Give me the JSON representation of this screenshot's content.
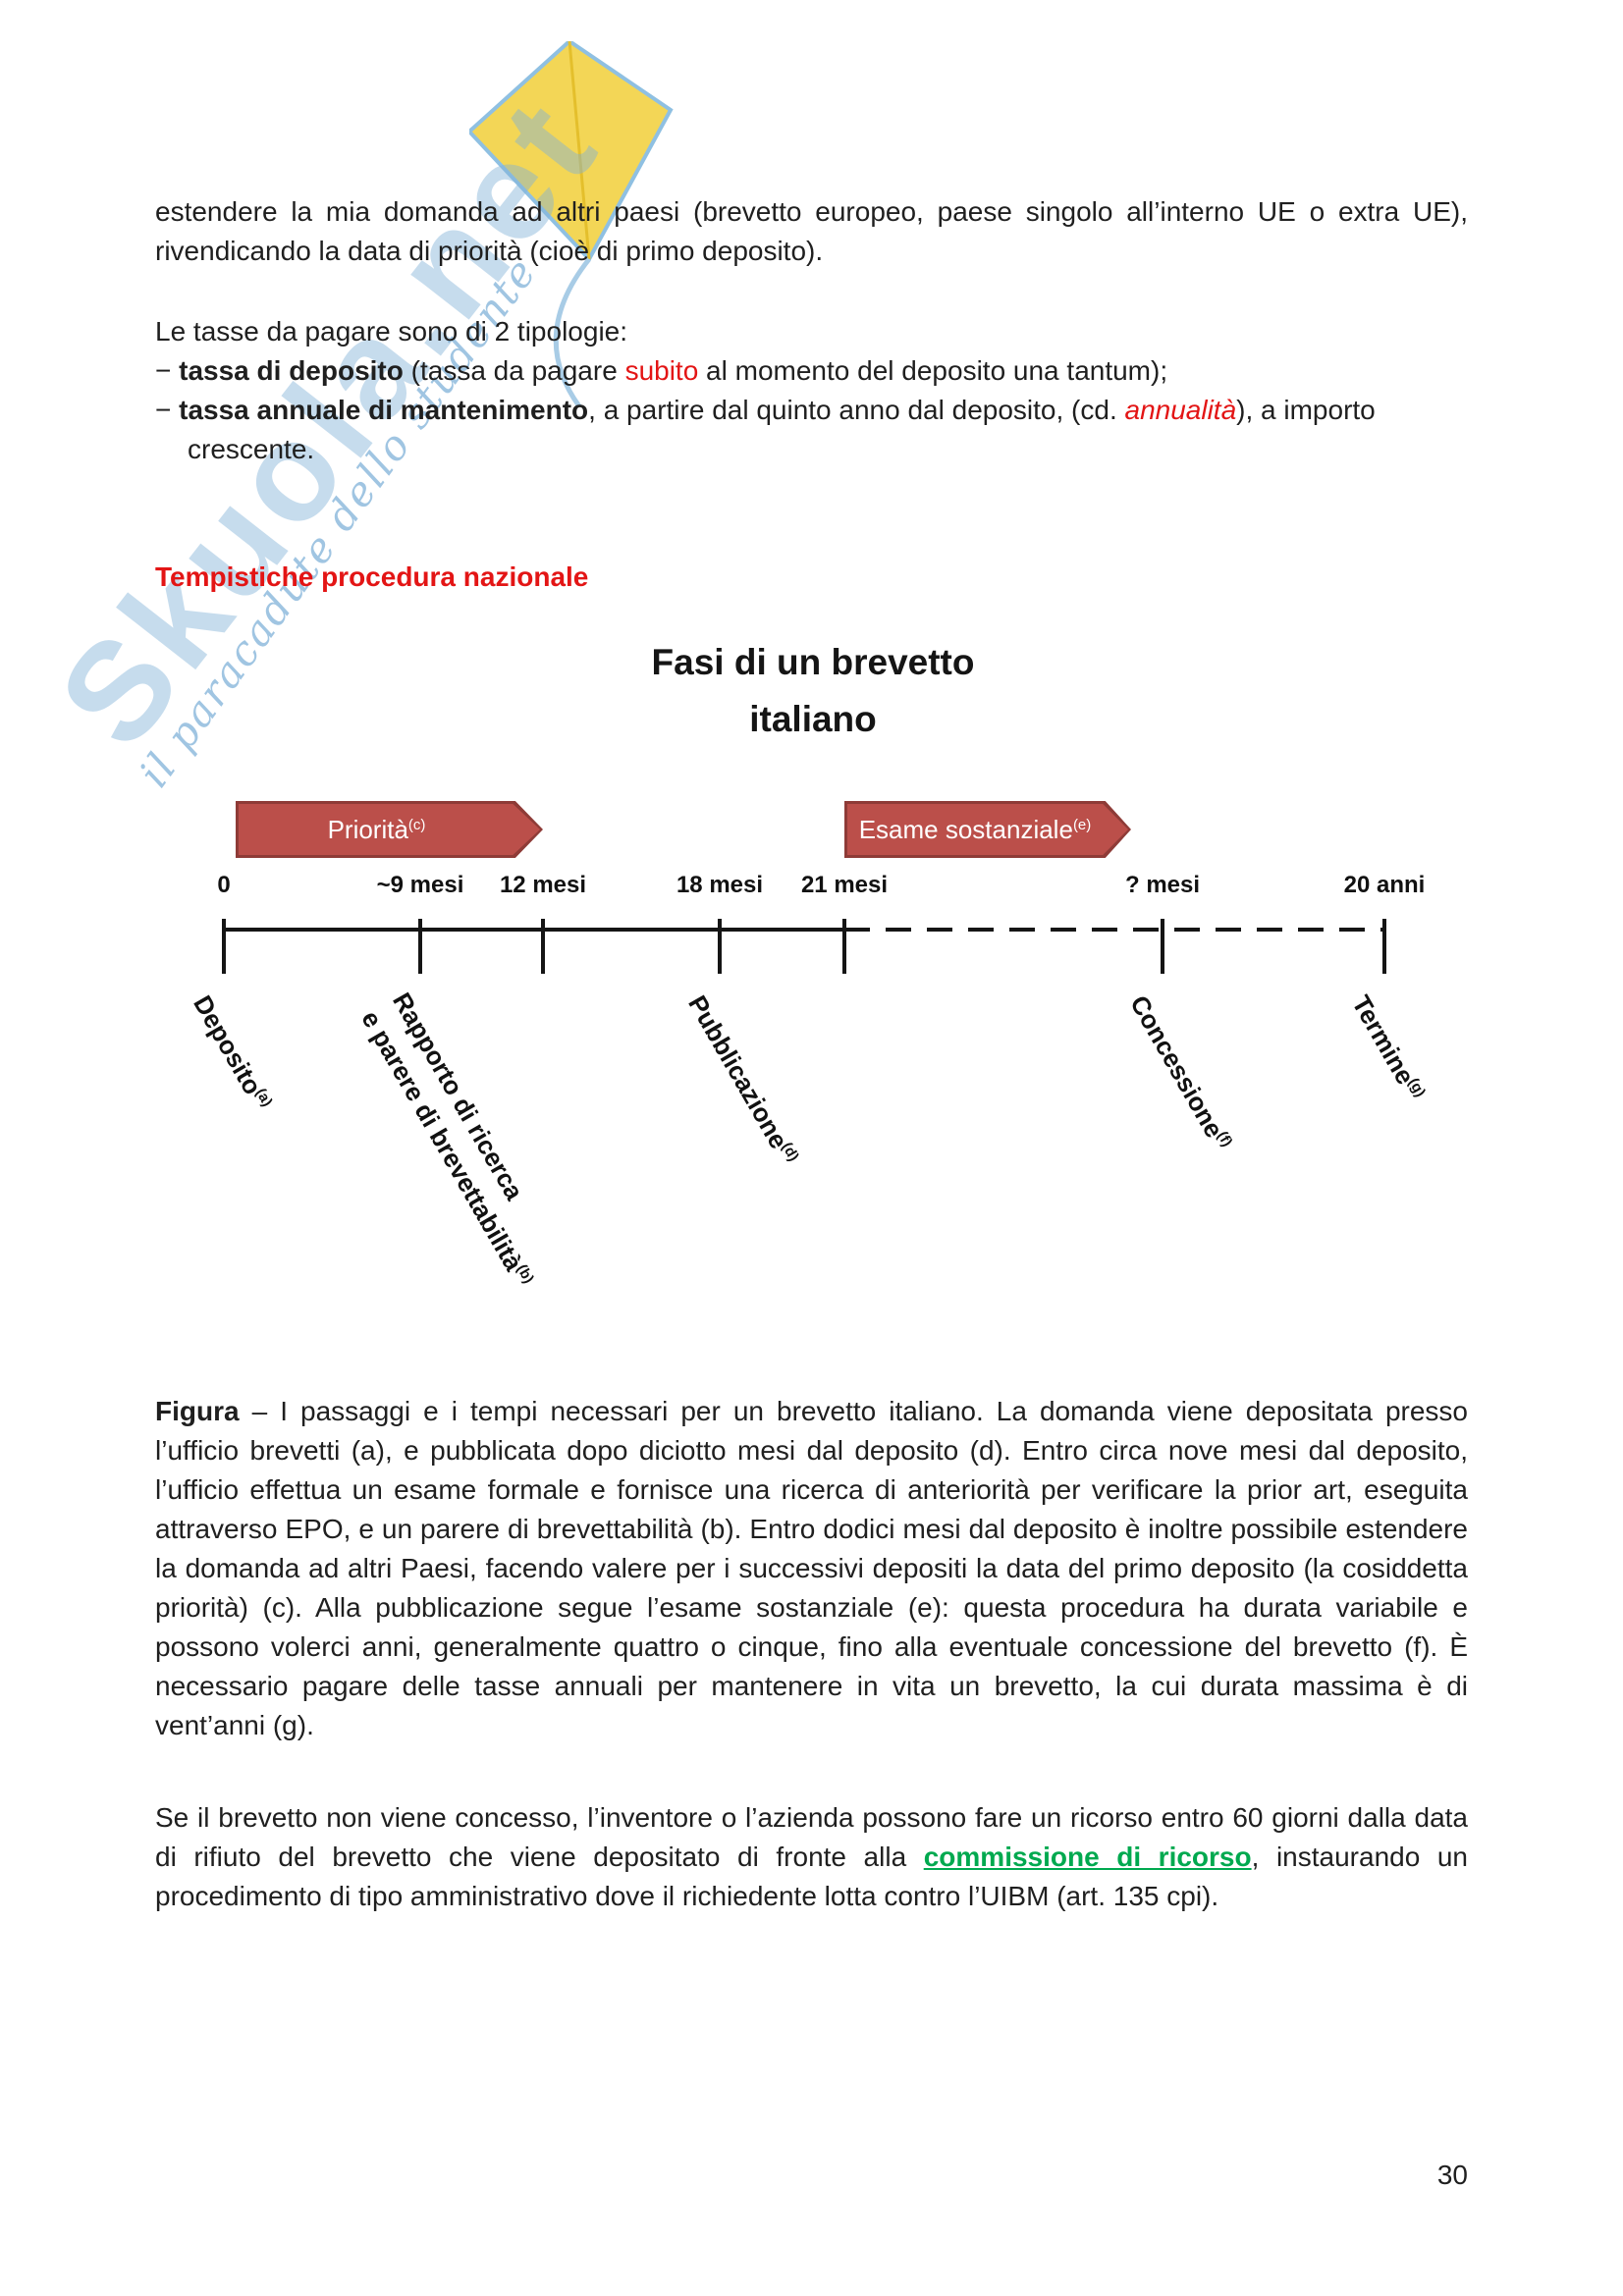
{
  "watermark": {
    "brand": "Skuola.net",
    "tagline": "il paracadute dello studente"
  },
  "intro": {
    "text": "estendere la mia domanda ad altri paesi (brevetto europeo, paese singolo all’interno UE o extra UE), rivendicando la data di priorità (cioè di primo deposito)."
  },
  "taxes": {
    "heading": "Le tasse da pagare sono di 2 tipologie:",
    "items": [
      {
        "prefix": "− ",
        "bold": "tassa di deposito",
        "mid": " (tassa da pagare ",
        "highlight": "subito",
        "suffix": " al momento del deposito una tantum);"
      },
      {
        "prefix": "− ",
        "bold": "tassa annuale di mantenimento",
        "mid": ", a partire dal quinto anno dal deposito, (cd. ",
        "highlight": "annualità",
        "suffix": "), a importo crescente."
      }
    ]
  },
  "section": {
    "heading": "Tempistiche procedura nazionale"
  },
  "figure": {
    "title_line1": "Fasi di un brevetto",
    "title_line2": "italiano",
    "arrows": [
      {
        "label": "Priorità",
        "sup": "(c)"
      },
      {
        "label": "Esame sostanziale",
        "sup": "(e)"
      }
    ],
    "ticks": [
      "0",
      "~9 mesi",
      "12 mesi",
      "18 mesi",
      "21 mesi",
      "? mesi",
      "20 anni"
    ],
    "milestones": [
      {
        "line1": "Deposito",
        "sup": "(a)"
      },
      {
        "line1": "Rapporto di ricerca",
        "line2": "e parere di brevettabilità",
        "sup": "(b)"
      },
      {
        "line1": "Pubblicazione",
        "sup": "(d)"
      },
      {
        "line1": "Concessione",
        "sup": "(f)"
      },
      {
        "line1": "Termine",
        "sup": "(g)"
      }
    ]
  },
  "caption": {
    "lead": "Figura",
    "text": " – I passaggi e i tempi necessari per un brevetto italiano. La domanda viene depositata presso l’ufficio brevetti (a), e pubblicata dopo diciotto mesi dal deposito (d). Entro circa nove mesi dal deposito, l’ufficio effettua un esame formale e fornisce una ricerca di anteriorità per verificare la prior art, eseguita attraverso EPO, e un parere di brevettabilità (b). Entro dodici mesi dal deposito è inoltre possibile estendere la domanda ad altri Paesi, facendo valere per i successivi depositi la data del primo deposito (la cosiddetta priorità) (c). Alla pubblicazione segue l’esame sostanziale (e): questa procedura ha durata variabile e possono volerci anni, generalmente quattro o cinque, fino alla eventuale concessione del brevetto (f). È necessario pagare delle tasse annuali per mantenere in vita un brevetto, la cui durata massima è di vent’anni (g)."
  },
  "appeal": {
    "before": "Se il brevetto non viene concesso, l’inventore o l’azienda possono fare un ricorso entro 60 giorni dalla data di rifiuto del brevetto che viene depositato di fronte alla ",
    "link": "commissione di ricorso",
    "after": ", instaurando un procedimento di tipo amministrativo dove il richiedente lotta contro l’UIBM (art. 135 cpi)."
  },
  "page": {
    "number": "30"
  },
  "colors": {
    "accent_red": "#e31515",
    "link_green": "#00a94f",
    "arrow_fill": "#bb4f4a",
    "arrow_border": "#8e3b37",
    "watermark_blue": "#80b2d7",
    "watermark_yellow": "#f2d348"
  }
}
